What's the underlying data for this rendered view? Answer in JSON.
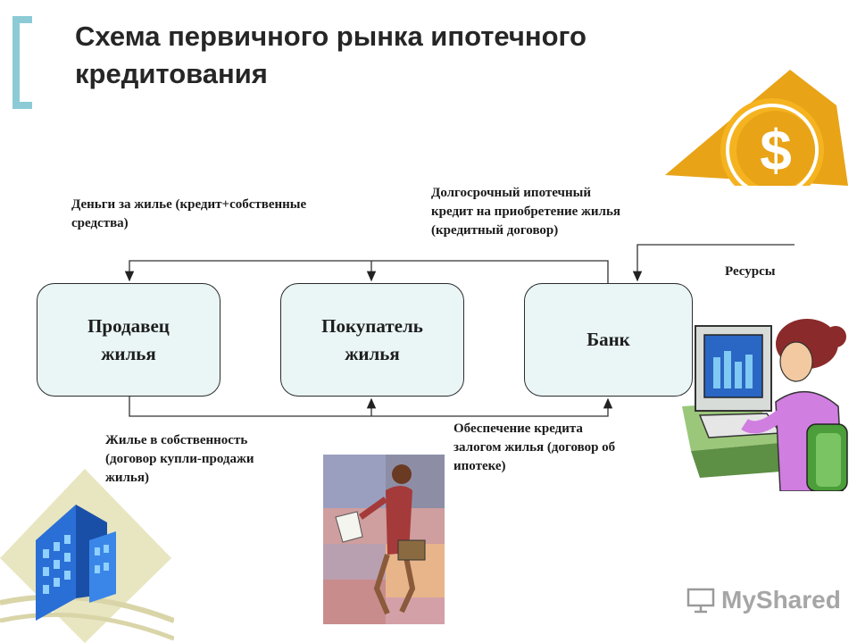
{
  "slide": {
    "title": "Схема первичного рынка ипотечного кредитования"
  },
  "nodes": {
    "seller": "Продавец\nжилья",
    "buyer": "Покупатель\nжилья",
    "bank": "Банк"
  },
  "labels": {
    "money": "Деньги за жилье (кредит+собственные\nсредства)",
    "credit": "Долгосрочный ипотечный\nкредит на приобретение жилья\n(кредитный договор)",
    "resources": "Ресурсы",
    "ownership": "Жилье в собственность\n(договор купли-продажи\nжилья)",
    "collateral": "Обеспечение кредита\nзалогом жилья (договор об\nипотеке)"
  },
  "watermark": "MyShared",
  "colors": {
    "node_fill": "#eaf6f6",
    "accent_bracket": "#8ccbd6",
    "dollar_gold": "#e8a317",
    "building_blue": "#2a6fd6"
  },
  "icons": [
    "dollar-coin-icon",
    "woman-at-computer-icon",
    "woman-with-briefcase-image",
    "office-buildings-icon"
  ]
}
